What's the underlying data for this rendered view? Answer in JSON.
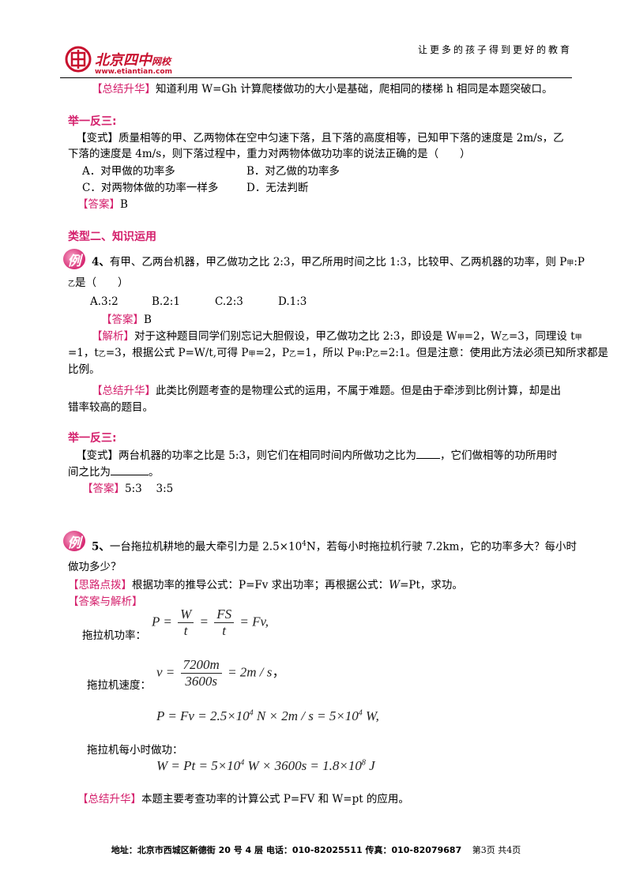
{
  "header": {
    "logo_cn": "北京四中",
    "logo_suffix": "网校",
    "logo_url": "www.etiantian.com",
    "slogan": "让更多的孩子得到更好的教育"
  },
  "summary1": {
    "tag": "【总结升华】",
    "text": "知道利用 W=Gh 计算爬楼做功的大小是基础，爬相同的楼梯 h 相同是本题突破口。"
  },
  "variant1": {
    "heading": "举一反三:",
    "tag": "【变式】",
    "line1": "质量相等的甲、乙两物体在空中匀速下落，且下落的高度相等，已知甲下落的速度是 2m/s，乙",
    "line2": "下落的速度是 4m/s，则下落过程中，重力对两物体做功功率的说法正确的是（　　）",
    "opt_a": "A．对甲做的功率多",
    "opt_b": "B．对乙做的功率多",
    "opt_c": "C．对两物体做的功率一样多",
    "opt_d": "D．无法判断",
    "answer_tag": "【答案】",
    "answer": "B"
  },
  "type2": {
    "heading": "类型二、知识运用",
    "ex4": {
      "badge": "例",
      "number": "4、",
      "line1": "有甲、乙两台机器，甲乙做功之比 2:3，甲乙所用时间之比 1:3，比较甲、乙两机器的功率，则 P",
      "line1_sub": "甲",
      "line1_end": ":P",
      "line2_sub": "乙",
      "line2_end": "是（　　）",
      "opt_a": "A.3:2",
      "opt_b": "B.2:1",
      "opt_c": "C.2:3",
      "opt_d": "D.1:3",
      "answer_tag": "【答案】",
      "answer": "B",
      "analysis_tag": "【解析】",
      "analysis_l1_a": "对于这种题目同学们别忘记大胆假设，甲乙做功之比 2:3，即设是 W",
      "analysis_l1_s1": "甲",
      "analysis_l1_b": "=2，W",
      "analysis_l1_s2": "乙",
      "analysis_l1_c": "=3，同理设 t",
      "analysis_l1_s3": "甲",
      "analysis_l2_a": "=1，t",
      "analysis_l2_s1": "乙",
      "analysis_l2_b": "=3，根据公式 P=W/t,可得 P",
      "analysis_l2_s2": "甲",
      "analysis_l2_c": "=2，P",
      "analysis_l2_s3": "乙",
      "analysis_l2_d": "=1，所以 P",
      "analysis_l2_s4": "甲",
      "analysis_l2_e": ":P",
      "analysis_l2_s5": "乙",
      "analysis_l2_f": "=2:1。但是注意：使用此方法必须已知所求都是",
      "analysis_l3": "比例。",
      "summary_tag": "【总结升华】",
      "summary_l1": "此类比例题考查的是物理公式的运用，不属于难题。但是由于牵涉到比例计算，却是出",
      "summary_l2": "错率较高的题目。"
    }
  },
  "variant2": {
    "heading": "举一反三:",
    "tag": "【变式】",
    "line1_a": "两台机器的功率之比是 5:3，则它们在相同时间内所做功之比为",
    "line1_b": "，它们做相等的功所用时",
    "line2_a": "间之比为",
    "line2_b": "。",
    "answer_tag": "【答案】",
    "answer": "5:3　 3:5"
  },
  "ex5": {
    "badge": "例",
    "number": "5、",
    "line1_a": "一台拖拉机耕地的最大牵引力是 2.5×10",
    "line1_sup": "4",
    "line1_b": "N，若每小时拖拉机行驶 7.2km，它的功率多大？每小时",
    "line2": "做功多少？",
    "hint_tag": "【思路点拨】",
    "hint_a": "根据功率的推导公式：P=Fv 求出功率；再根据公式：",
    "hint_w": "W",
    "hint_b": "=Pt，求功。",
    "ans_tag": "【答案与解析】",
    "power_label": "拖拉机功率：",
    "f1_p": "P",
    "f1_eq": "=",
    "f1_n1": "W",
    "f1_d1": "t",
    "f1_n2": "FS",
    "f1_d2": "t",
    "f1_end": "= Fv,",
    "speed_label": "拖拉机速度：",
    "f2_v": "v",
    "f2_n": "7200m",
    "f2_d": "3600s",
    "f2_end": "= 2m / s",
    "f2_comma": "，",
    "f3": "P = Fv = 2.5×10",
    "f3_sup1": "4",
    "f3_b": " N × 2m / s = 5×10",
    "f3_sup2": "4",
    "f3_c": " W,",
    "work_label": "拖拉机每小时做功：",
    "f4": "W = Pt = 5×10",
    "f4_sup1": "4",
    "f4_b": " W × 3600s = 1.8×10",
    "f4_sup2": "8",
    "f4_c": " J",
    "summary_tag": "【总结升华】",
    "summary": "本题主要考查功率的计算公式 P=FV 和 W=pt 的应用。"
  },
  "footer": {
    "address": "地址：北京市西城区新德街 20 号 4 层  电话：010-82025511  传真：010-82079687",
    "page": "第3页  共4页"
  }
}
